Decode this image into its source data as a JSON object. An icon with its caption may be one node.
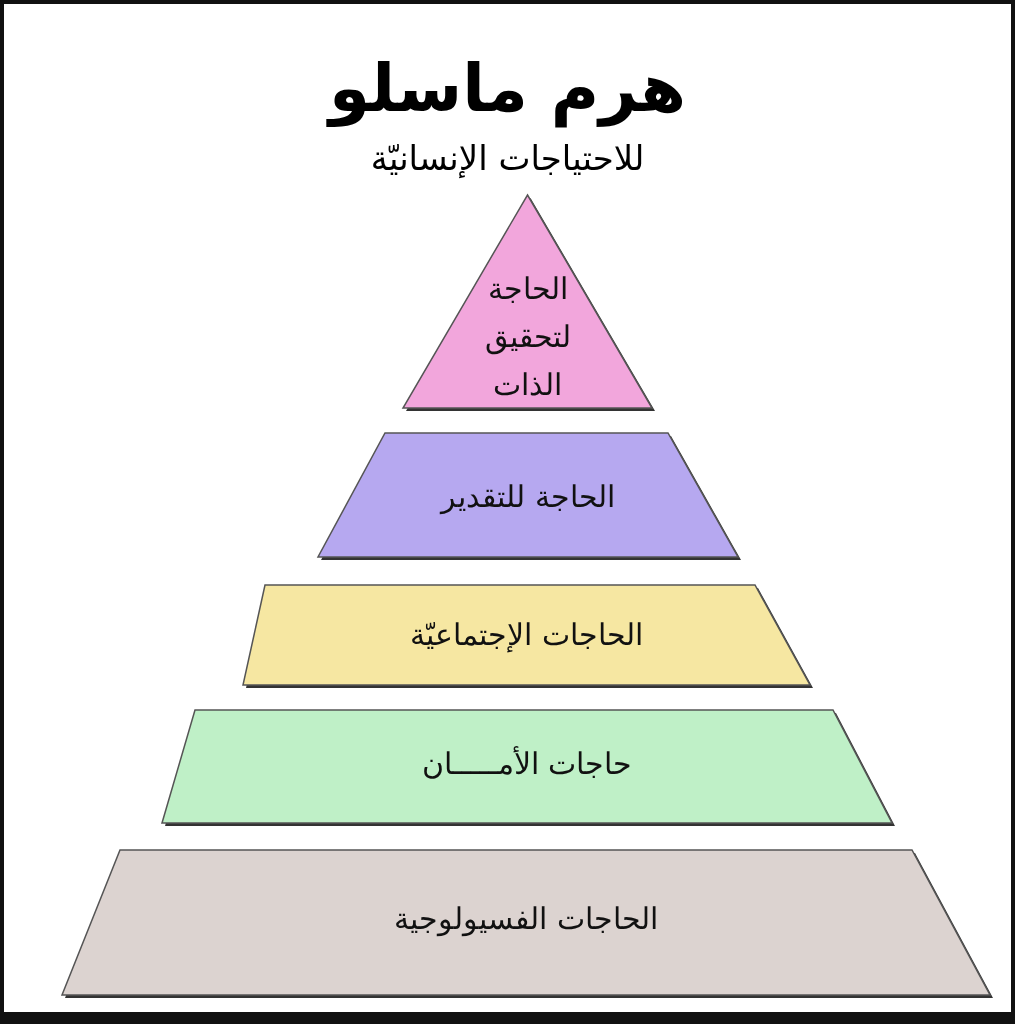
{
  "diagram": {
    "title": "هرم ماسلو",
    "nodes": [
      {
        "text": [
          "الحاجة لتحقيق الذات"
        ]
      },
      {
        "text": [
          "الحاجة للتقدير"
        ]
      },
      {
        "text": [
          "الحاجات الإجتماعيّة"
        ]
      },
      {
        "text": [
          "حاجات الأمـــــان"
        ]
      },
      {
        "text": [
          "الحاجات الفسيولوجية"
        ]
      }
    ],
    "edges": [],
    "labels": [
      "للاحتياجات الإنسانيّة"
    ]
  }
}
